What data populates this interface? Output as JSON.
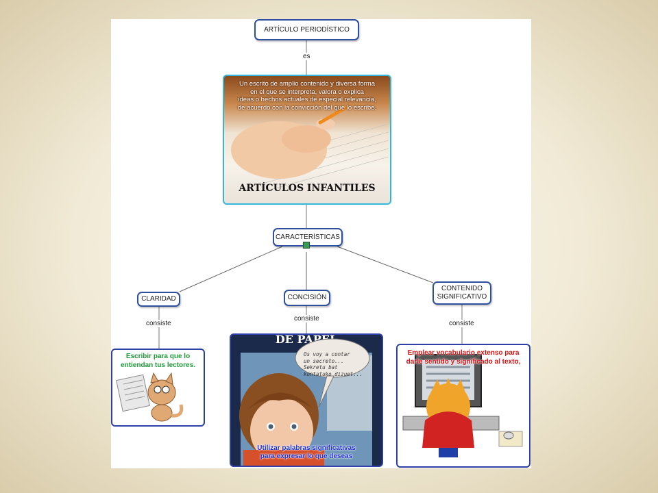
{
  "nodes": {
    "articulo": "ARTÍCULO PERIODÍSTICO",
    "caracteristicas": "CARACTERÍSTICAS",
    "claridad": "CLARIDAD",
    "concision": "CONCISIÓN",
    "contenido_l1": "CONTENIDO",
    "contenido_l2": "SIGNIFICATIVO"
  },
  "link_labels": {
    "es": "es",
    "consiste_1": "consiste",
    "consiste_2": "consiste",
    "consiste_3": "consiste"
  },
  "definition": {
    "line1": "Un escrito de amplio contenido y diversa forma",
    "line2": "en el que se interpreta, valora o explica",
    "line3": "ideas o hechos actuales de especial relevancia,",
    "line4": "de acuerdo con la convicción del que lo escribe.",
    "banner": "ARTÍCULOS INFANTILES"
  },
  "claridad_box": {
    "line1": "Escribir para que lo",
    "line2": "entiendan tus lectores."
  },
  "concision_box": {
    "header": "DE PAPEL",
    "bubble_l1": "Os voy a contar",
    "bubble_l2": "un secreto...",
    "bubble_l3": "Sekretu bat",
    "bubble_l4": "kontatuko dizuet...",
    "line1": "Utilizar palabras significativas",
    "line2": "para expresar lo que deseas"
  },
  "contenido_box": {
    "line1": "Emplear vocabulario extenso para",
    "line2": "darle sentido y significado al texto,"
  },
  "colors": {
    "node_border": "#2e4f9e",
    "image_border_cyan": "#34b6d8",
    "image_border_blue": "#2e3fa6",
    "claridad_text": "#1f9a3a",
    "concision_text": "#1d2fd6",
    "contenido_text": "#d21414"
  }
}
